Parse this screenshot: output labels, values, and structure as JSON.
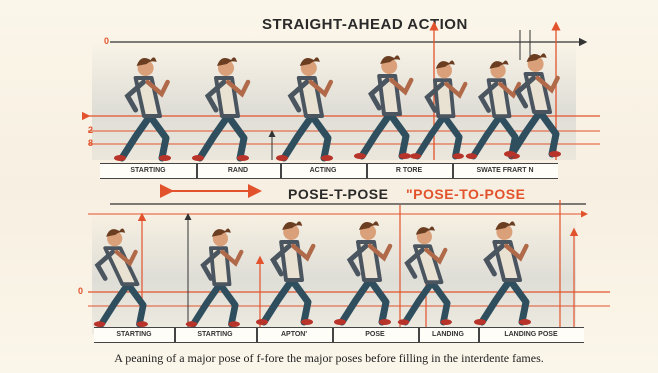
{
  "titles": {
    "straight_ahead": "STRAIGHT-AHEAD ACTION",
    "pose_to_pose_left": "POSE-T-POSE",
    "pose_to_pose_right": "\"POSE-TO-POSE"
  },
  "top_markers": [
    "0",
    "2",
    "8"
  ],
  "bottom_markers": [
    "0"
  ],
  "top_strip_labels": [
    "STARTING",
    "RAND",
    "ACTING",
    "R TORE",
    "SWATE FRART N"
  ],
  "bottom_strip_labels": [
    "STARTING",
    "STARTING",
    "APTON'",
    "POSE",
    "LANDING",
    "LANDING POSE"
  ],
  "caption": "A peaning of a  major pose of f-fore  the major  poses before  filling in the  interdente fames.",
  "colors": {
    "accent": "#e2532d",
    "line": "#333333",
    "figure_pants": "#2f4e5e",
    "figure_shirt": "#e9e2d2",
    "figure_vest": "#4a5560"
  }
}
